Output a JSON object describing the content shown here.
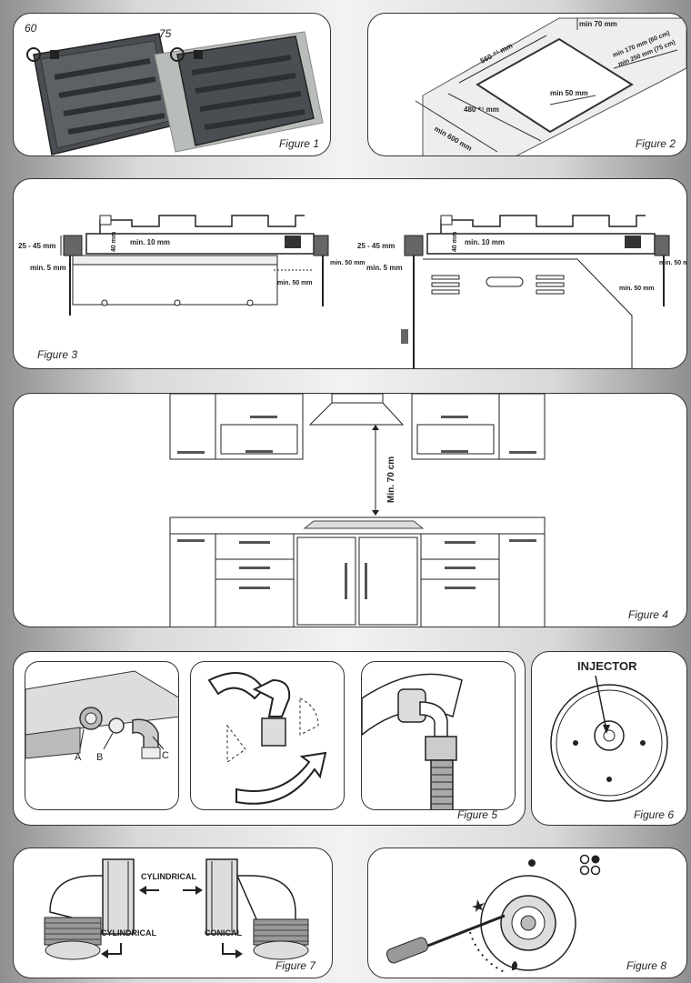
{
  "fig1": {
    "caption": "Figure 1",
    "label_a": "60",
    "label_b": "75"
  },
  "fig2": {
    "caption": "Figure 2",
    "min70": "min 70 mm",
    "w560": "560 ⁺¹ mm",
    "d480": "480 ⁺¹ mm",
    "min170": "min 170 mm (60 cm)",
    "min250": "min 250 mm (75 cm)",
    "min50": "min 50 mm",
    "min600": "min 600 mm"
  },
  "fig3": {
    "caption": "Figure 3",
    "h2545": "25 - 45 mm",
    "h40": "40 mm",
    "min10": "min. 10 mm",
    "min5": "min. 5 mm",
    "min50": "min. 50 mm",
    "min50b": "min. 50 mm"
  },
  "fig4": {
    "caption": "Figure 4",
    "min70cm": "Min. 70 cm"
  },
  "fig5": {
    "caption": "Figure  5",
    "a": "A",
    "b": "B",
    "c": "C"
  },
  "fig6": {
    "caption": "Figure 6",
    "injector": "INJECTOR"
  },
  "fig7": {
    "caption": "Figure  7",
    "cyl_top": "CYLINDRICAL",
    "cyl_bot": "CYLINDRICAL",
    "conical": "CONICAL"
  },
  "fig8": {
    "caption": "Figure  8"
  }
}
